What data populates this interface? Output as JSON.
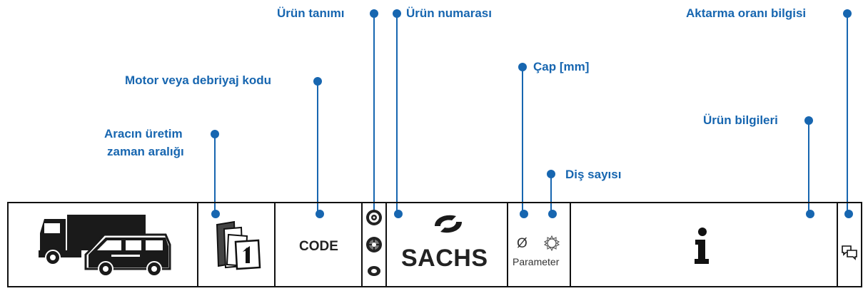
{
  "callouts": {
    "urun_tanimi": "Ürün tanımı",
    "urun_numarasi": "Ürün numarası",
    "aktarma": "Aktarma oranı bilgisi",
    "motor_kodu": "Motor veya debriyaj kodu",
    "cap": "Çap [mm]",
    "uretim_line1": "Aracın üretim",
    "uretim_line2": "zaman aralığı",
    "urun_bilgileri": "Ürün bilgileri",
    "dis_sayisi": "Diş sayısı"
  },
  "strip": {
    "code_label": "CODE",
    "brand": "SACHS",
    "diameter_symbol": "Ø",
    "parameter_label": "Parameter",
    "info_symbol": "i"
  },
  "colors": {
    "accent": "#1766b0",
    "border": "#111111"
  },
  "icons": [
    "truck-van-icon",
    "calendar-icon",
    "clutch-disc-icon",
    "pressure-plate-icon",
    "release-bearing-icon",
    "sachs-logo-icon",
    "gear-teeth-icon",
    "info-icon",
    "speech-bubbles-icon"
  ]
}
